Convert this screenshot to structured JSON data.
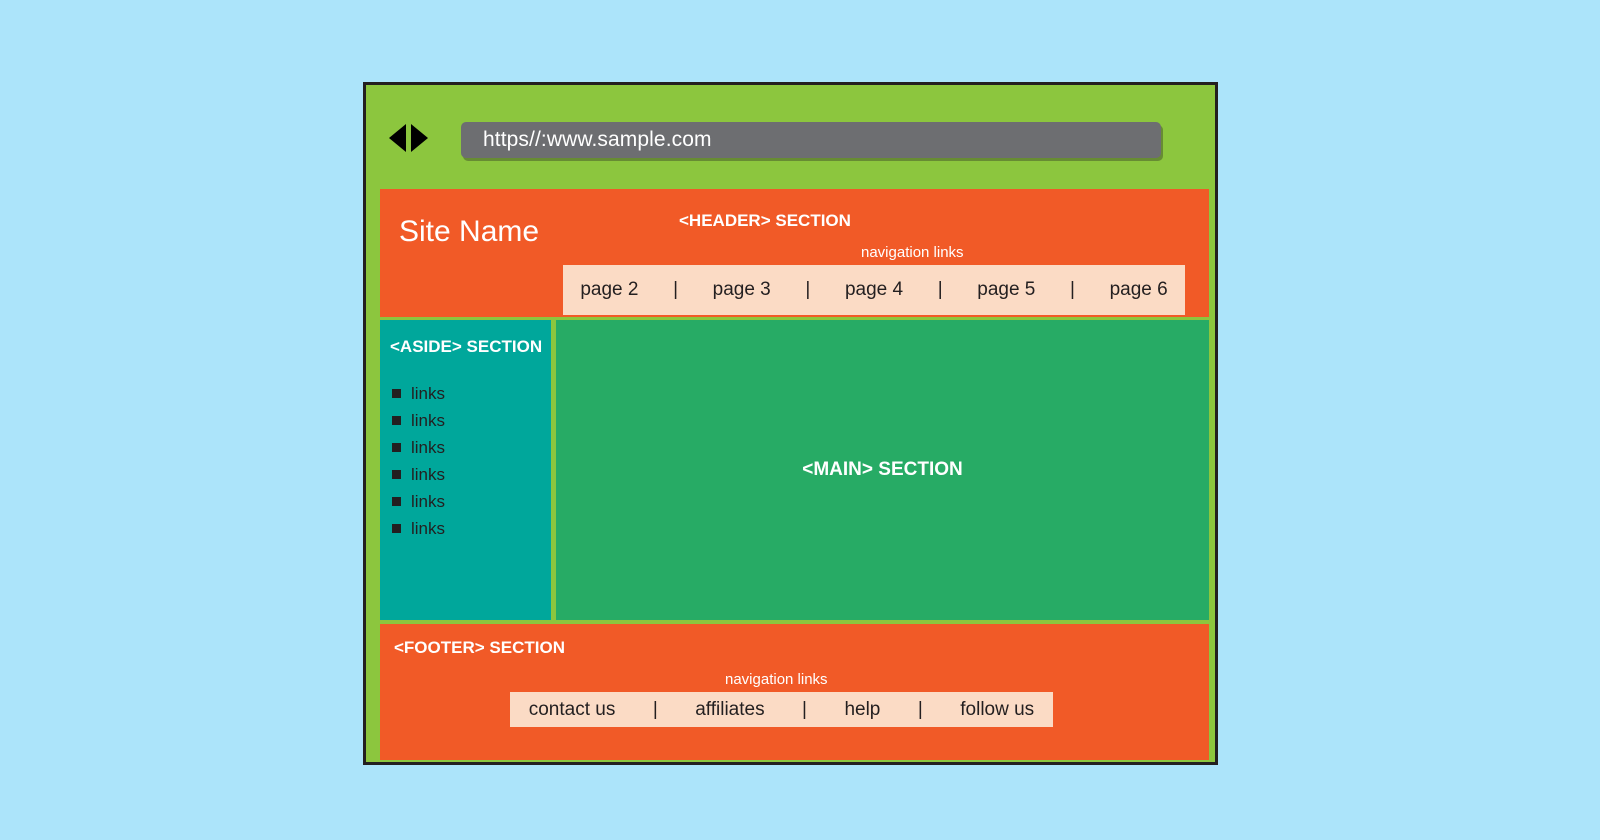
{
  "page": {
    "background_color": "#ace4fa",
    "frame_color": "#8cc63e",
    "frame_border_color": "#231f20"
  },
  "browser": {
    "back_icon": "triangle-left-icon",
    "forward_icon": "triangle-right-icon",
    "url_value": "https//:www.sample.com",
    "url_placeholder": "https//:www.sample.com",
    "url_bar_color": "#6d6e71"
  },
  "header": {
    "section_label": "<HEADER> SECTION",
    "site_name": "Site Name",
    "nav_caption": "navigation links",
    "background_color": "#f15a27",
    "nav_background_color": "#fbdbc5",
    "nav_items": [
      "page 2",
      "page 3",
      "page 4",
      "page 5",
      "page 6"
    ],
    "separator": "|"
  },
  "aside": {
    "section_label": "<ASIDE> SECTION",
    "background_color": "#00a79b",
    "links": [
      "links",
      "links",
      "links",
      "links",
      "links",
      "links"
    ]
  },
  "main": {
    "section_label": "<MAIN> SECTION",
    "background_color": "#27ab65"
  },
  "footer": {
    "section_label": "<FOOTER> SECTION",
    "nav_caption": "navigation links",
    "background_color": "#f15a27",
    "nav_background_color": "#fbdbc5",
    "nav_items": [
      "contact us",
      "affiliates",
      "help",
      "follow us"
    ],
    "separator": "|"
  }
}
